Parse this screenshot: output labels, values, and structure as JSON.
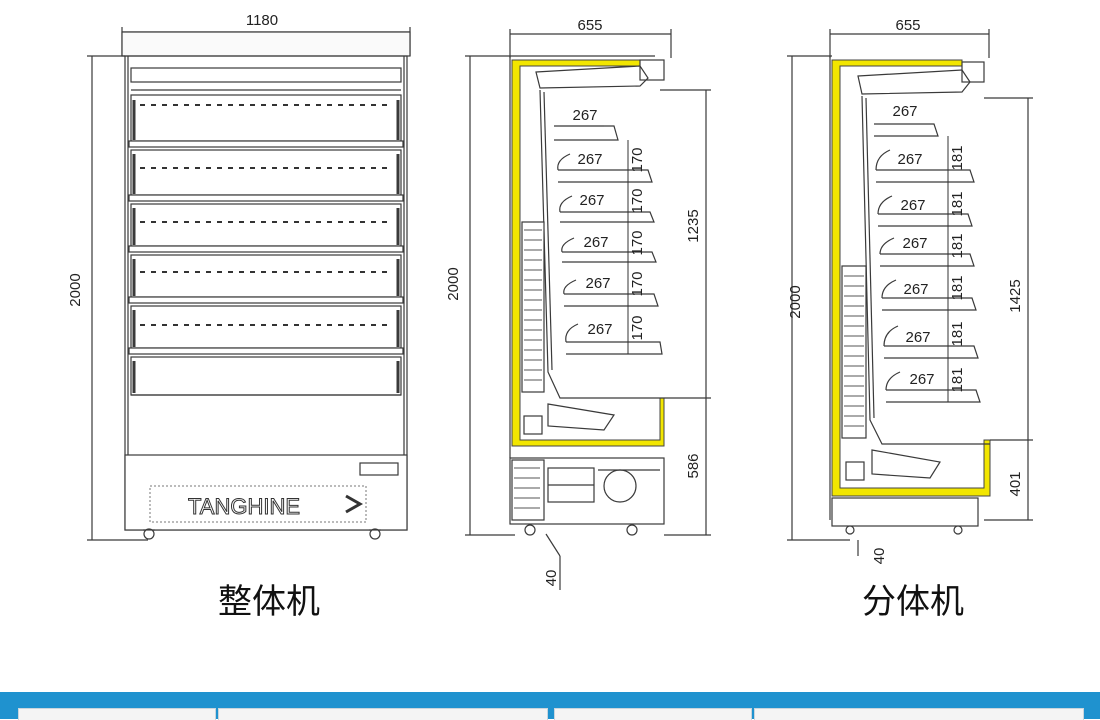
{
  "dims": {
    "front_width": "1180",
    "front_height": "2000",
    "side_depth": "655",
    "side_height": "2000",
    "side_shelf_depth": "267",
    "side_shelf_spacing": "170",
    "side_display_height": "1235",
    "side_base_height": "586",
    "side_foot": "40",
    "split_depth": "655",
    "split_height": "2000",
    "split_shelf_depth": "267",
    "split_shelf_spacing": "181",
    "split_display_height": "1425",
    "split_base_height": "401",
    "split_foot": "40"
  },
  "brand": "TANGHINE",
  "captions": {
    "integral": "整体机",
    "split": "分体机"
  },
  "colors": {
    "insulation": "#f2e600",
    "band": "#1f92cf",
    "line": "#3a3a3a"
  }
}
